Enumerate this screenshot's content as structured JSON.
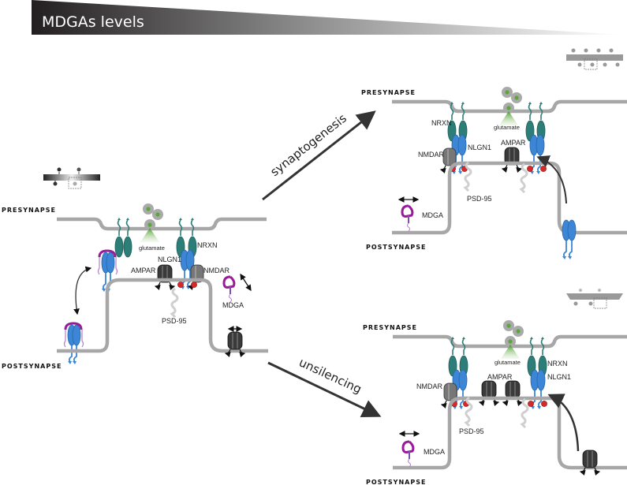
{
  "header": {
    "title": "MDGAs levels",
    "gradient_start": "#231f20",
    "gradient_end": "#ffffff"
  },
  "colors": {
    "membrane": "#a7a7a7",
    "nrxn": "#2d7e78",
    "nlgn": "#3d86d6",
    "mdga": "#9b1a9a",
    "receptor": "#3a3a3a",
    "glutamate": "#5aa83c",
    "phospho": "#d42a2a",
    "arrow": "#333333"
  },
  "left_panel": {
    "presynapse_label": "PRESYNAPSE",
    "postsynapse_label": "POSTSYNAPSE",
    "labels": {
      "glutamate": "glutamate",
      "nrxn": "NRXN",
      "nlgn1": "NLGN1",
      "ampar": "AMPAR",
      "nmdar": "NMDAR",
      "mdga": "MDGA",
      "psd95": "PSD-95"
    }
  },
  "top_right_panel": {
    "presynapse_label": "PRESYNAPSE",
    "postsynapse_label": "POSTSYNAPSE",
    "labels": {
      "glutamate": "glutamate",
      "nrxn": "NRXN",
      "nlgn1": "NLGN1",
      "ampar": "AMPAR",
      "nmdar": "NMDAR",
      "mdga": "MDGA",
      "psd95": "PSD-95"
    }
  },
  "bottom_right_panel": {
    "presynapse_label": "PRESYNAPSE",
    "postsynapse_label": "POSTSYNAPSE",
    "labels": {
      "glutamate": "glutamate",
      "nrxn": "NRXN",
      "nlgn1": "NLGN1",
      "ampar": "AMPAR",
      "nmdar": "NMDAR",
      "mdga": "MDGA",
      "psd95": "PSD-95"
    }
  },
  "transitions": {
    "upper": "synaptogenesis",
    "lower": "unsilencing"
  }
}
